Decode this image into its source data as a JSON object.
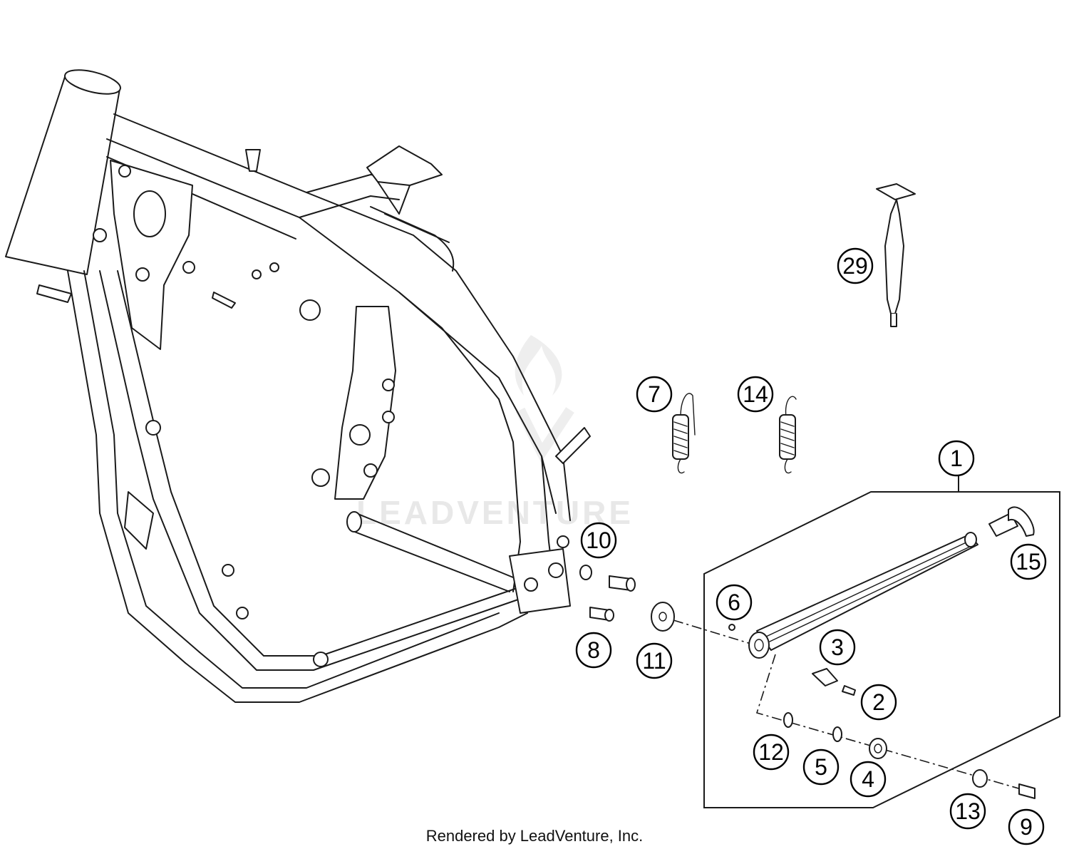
{
  "diagram": {
    "watermark_text": "LEADVENTURE",
    "footer": "Rendered by LeadVenture, Inc.",
    "callouts": [
      {
        "id": "1",
        "label": "1"
      },
      {
        "id": "2",
        "label": "2"
      },
      {
        "id": "3",
        "label": "3"
      },
      {
        "id": "4",
        "label": "4"
      },
      {
        "id": "5",
        "label": "5"
      },
      {
        "id": "6",
        "label": "6"
      },
      {
        "id": "7",
        "label": "7"
      },
      {
        "id": "8",
        "label": "8"
      },
      {
        "id": "9",
        "label": "9"
      },
      {
        "id": "10",
        "label": "10"
      },
      {
        "id": "11",
        "label": "11"
      },
      {
        "id": "12",
        "label": "12"
      },
      {
        "id": "13",
        "label": "13"
      },
      {
        "id": "14",
        "label": "14"
      },
      {
        "id": "15",
        "label": "15"
      },
      {
        "id": "29",
        "label": "29"
      }
    ]
  }
}
